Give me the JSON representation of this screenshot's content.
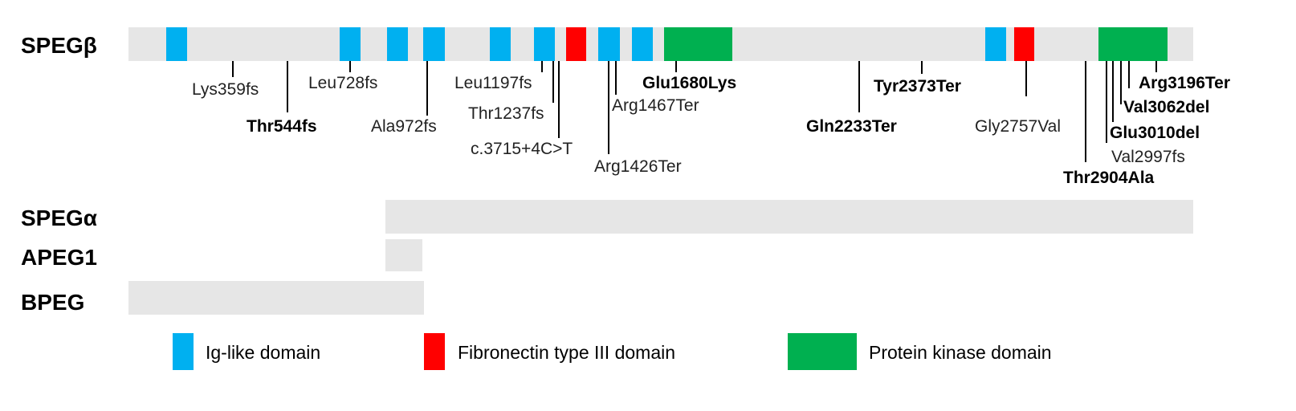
{
  "tracks": [
    {
      "id": "spegb",
      "label": "SPEGβ"
    },
    {
      "id": "spega",
      "label": "SPEGα"
    },
    {
      "id": "apeg1",
      "label": "APEG1"
    },
    {
      "id": "bpeg",
      "label": "BPEG"
    }
  ],
  "mutations": [
    {
      "label": "Lys359fs",
      "bold": false
    },
    {
      "label": "Thr544fs",
      "bold": true
    },
    {
      "label": "Leu728fs",
      "bold": false
    },
    {
      "label": "Ala972fs",
      "bold": false
    },
    {
      "label": "Leu1197fs",
      "bold": false
    },
    {
      "label": "Thr1237fs",
      "bold": false
    },
    {
      "label": "c.3715+4C>T",
      "bold": false
    },
    {
      "label": "Arg1426Ter",
      "bold": false
    },
    {
      "label": "Arg1467Ter",
      "bold": false
    },
    {
      "label": "Glu1680Lys",
      "bold": true
    },
    {
      "label": "Gln2233Ter",
      "bold": true
    },
    {
      "label": "Tyr2373Ter",
      "bold": true
    },
    {
      "label": "Gly2757Val",
      "bold": false
    },
    {
      "label": "Thr2904Ala",
      "bold": true
    },
    {
      "label": "Val2997fs",
      "bold": false
    },
    {
      "label": "Glu3010del",
      "bold": true
    },
    {
      "label": "Val3062del",
      "bold": true
    },
    {
      "label": "Arg3196Ter",
      "bold": true
    }
  ],
  "legend": [
    {
      "label": "Ig-like domain",
      "color": "#00b0f0"
    },
    {
      "label": "Fibronectin type III domain",
      "color": "#ff0000"
    },
    {
      "label": "Protein kinase domain",
      "color": "#00b050"
    }
  ],
  "colors": {
    "track": "#e6e6e6",
    "ig": "#00b0f0",
    "fn3": "#ff0000",
    "kinase": "#00b050"
  }
}
